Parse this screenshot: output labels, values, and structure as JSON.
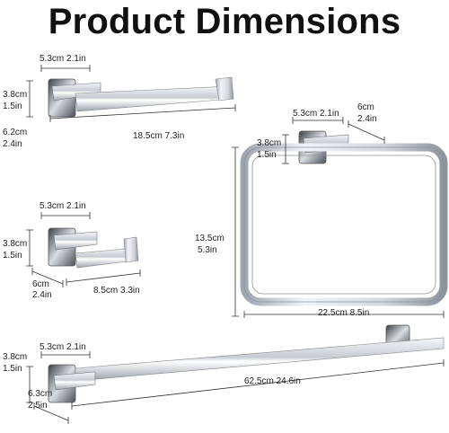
{
  "title": "Product Dimensions",
  "toilet_paper_holder": {
    "base_width": "5.3cm 2.1in",
    "height_cm": "3.8cm",
    "height_in": "1.5in",
    "depth_cm": "6.2cm",
    "depth_in": "2.4in",
    "length": "18.5cm 7.3in"
  },
  "towel_ring": {
    "base_width": "5.3cm 2.1in",
    "depth_cm": "6cm",
    "depth_in": "2.4in",
    "height_cm": "3.8cm",
    "height_in": "1.5in",
    "ring_height_cm": "13.5cm",
    "ring_height_in": "5.3in",
    "ring_width": "22.5cm 8.5in"
  },
  "robe_hook": {
    "base_width": "5.3cm 2.1in",
    "height_cm": "3.8cm",
    "height_in": "1.5in",
    "depth_cm": "6cm",
    "depth_in": "2.4in",
    "length": "8.5cm 3.3in"
  },
  "towel_bar": {
    "base_width": "5.3cm 2.1in",
    "height_cm": "3.8cm",
    "height_in": "1.5in",
    "depth_cm": "6.3cm",
    "depth_in": "2.5in",
    "length": "62.5cm 24.6in"
  }
}
